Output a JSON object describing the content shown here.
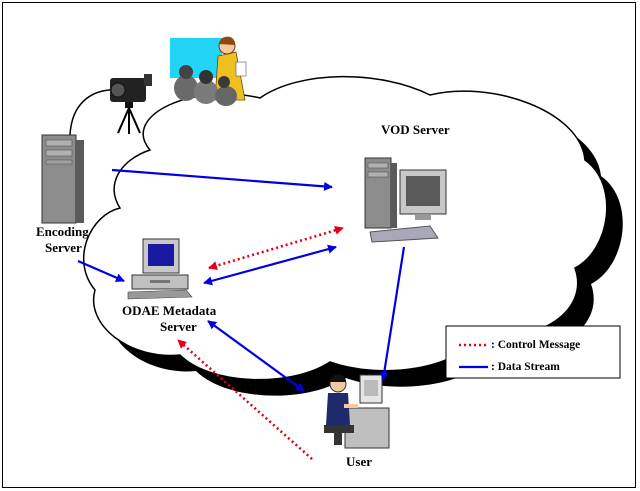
{
  "diagram": {
    "nodes": {
      "encoding_server": [
        "Encoding",
        "Server"
      ],
      "vod_server": "VOD Server",
      "metadata_server": [
        "ODAE Metadata",
        "Server"
      ],
      "user": "User"
    },
    "legend": {
      "control_message": ": Control Message",
      "data_stream": ": Data Stream"
    },
    "colors": {
      "control_message": "#e3001b",
      "data_stream": "#0000e0",
      "cloud_fill": "#ffffff",
      "cloud_shadow": "#000000"
    }
  }
}
